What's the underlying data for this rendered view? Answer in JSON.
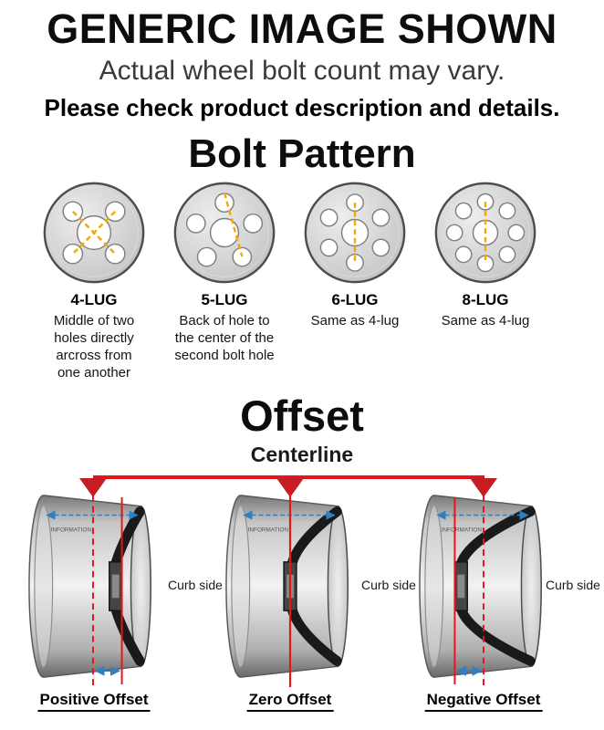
{
  "header": {
    "title": "GENERIC IMAGE SHOWN",
    "subtitle": "Actual wheel bolt count may vary.",
    "note": "Please check product description and details."
  },
  "bolt_pattern": {
    "title": "Bolt Pattern",
    "items": [
      {
        "label": "4-LUG",
        "holes": 4,
        "description": "Middle of two holes directly arcross from one another"
      },
      {
        "label": "5-LUG",
        "holes": 5,
        "description": "Back of hole to the center of the second bolt hole"
      },
      {
        "label": "6-LUG",
        "holes": 6,
        "description": "Same as 4-lug"
      },
      {
        "label": "8-LUG",
        "holes": 8,
        "description": "Same as 4-lug"
      }
    ]
  },
  "offset": {
    "title": "Offset",
    "centerline_label": "Centerline",
    "curb_side_label": "Curb side",
    "barrel_text": "INFORMATION",
    "items": [
      {
        "label": "Positive Offset",
        "type": "positive"
      },
      {
        "label": "Zero Offset",
        "type": "zero"
      },
      {
        "label": "Negative Offset",
        "type": "negative"
      }
    ]
  },
  "colors": {
    "centerline_red": "#e8131b",
    "marker_red": "#c41e25",
    "measure_blue": "#2f7fc1",
    "bolt_line_orange": "#f7a800"
  }
}
